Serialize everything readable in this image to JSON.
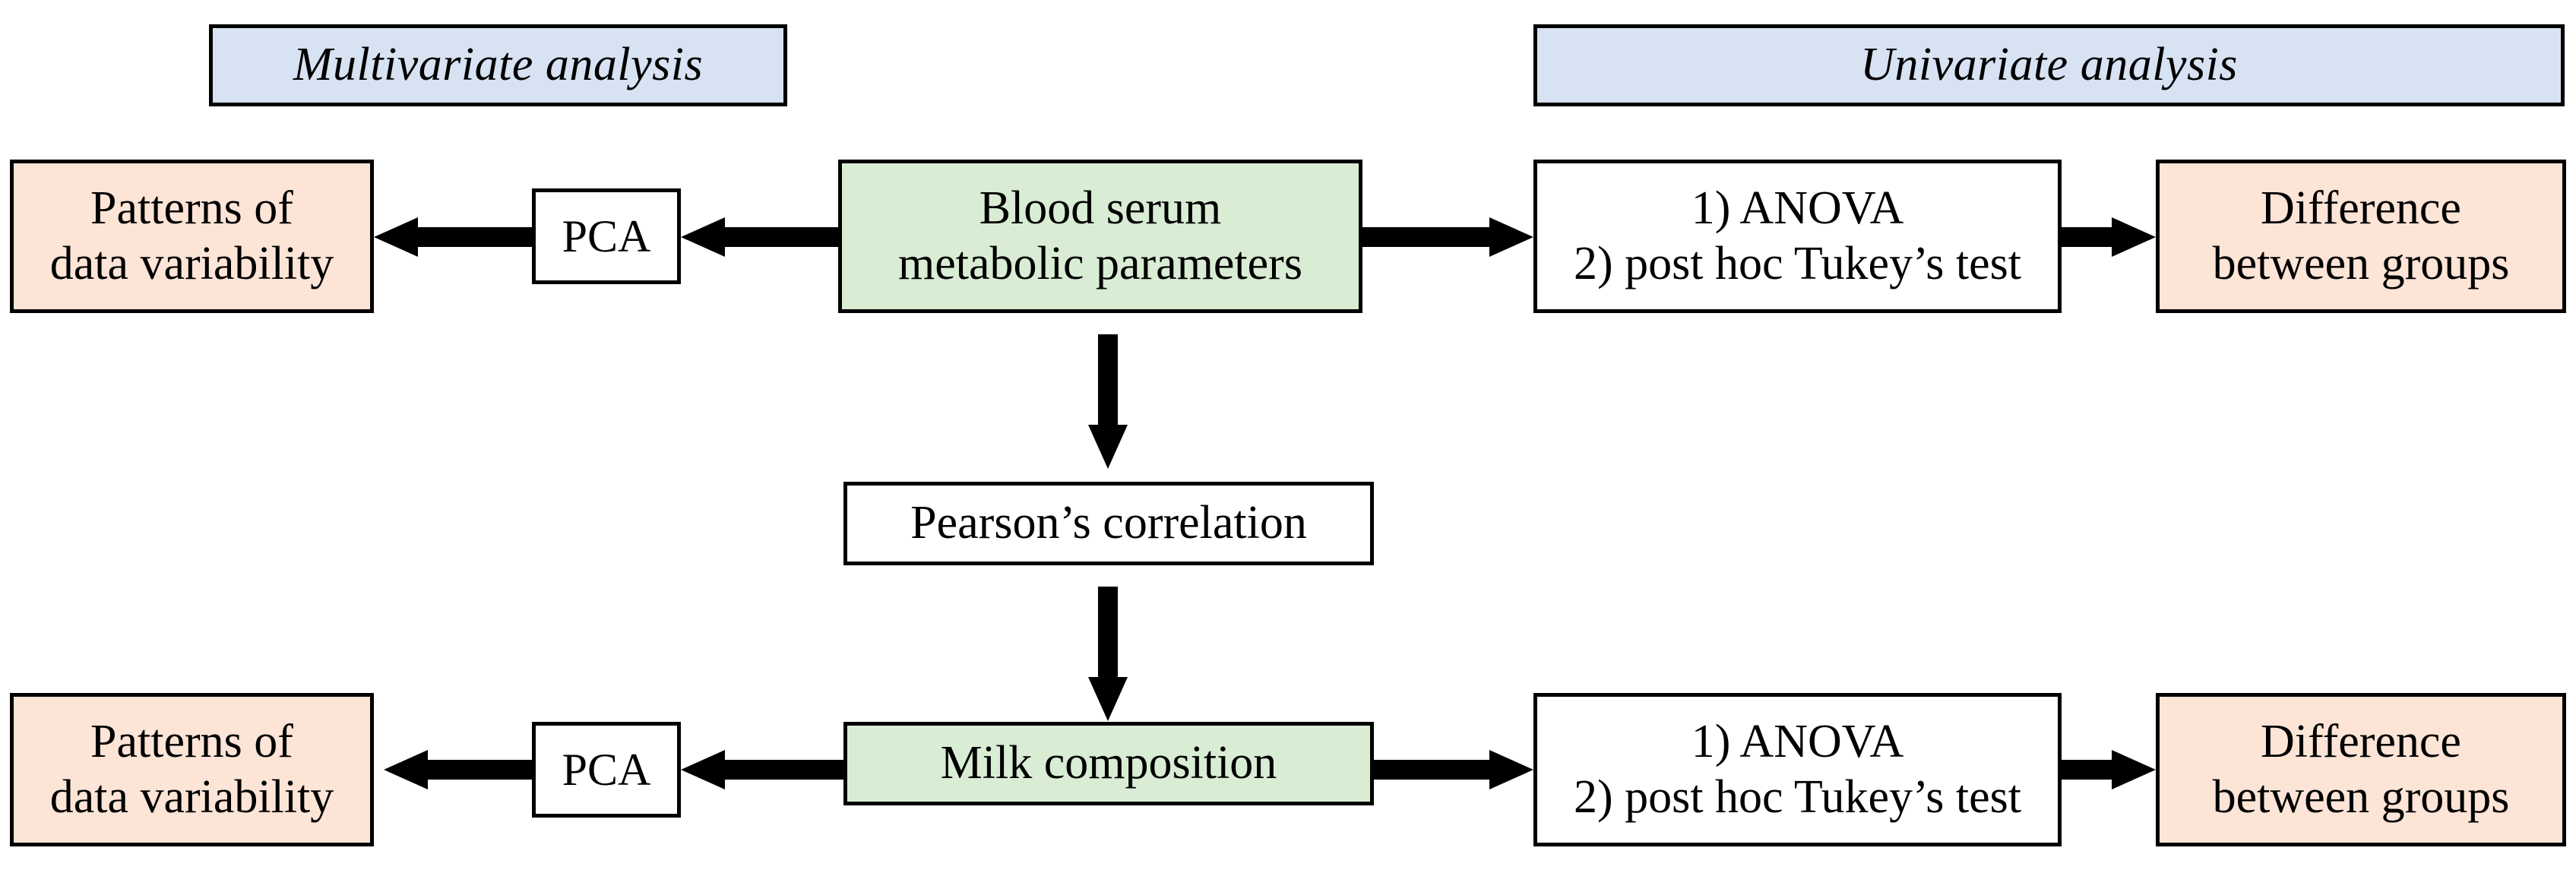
{
  "figure": {
    "title": "Statistical analysis workflow flowchart",
    "background_color": "#ffffff",
    "colors": {
      "header_blue": "#d7e2f2",
      "outcome_peach": "#fce4d6",
      "source_green": "#d9ecd4",
      "method_white": "#ffffff",
      "stroke": "#000000"
    }
  },
  "headers": {
    "left": "Multivariate analysis",
    "right": "Univariate analysis"
  },
  "nodes": {
    "patterns_top": "Patterns of\ndata variability",
    "pca_top": "PCA",
    "blood_serum": "Blood serum\nmetabolic parameters",
    "anova_top": "1) ANOVA\n2) post hoc Tukey’s test",
    "difference_top": "Difference\nbetween groups",
    "pearson": "Pearson’s correlation",
    "patterns_bottom": "Patterns of\ndata variability",
    "pca_bottom": "PCA",
    "milk": "Milk composition",
    "anova_bottom": "1) ANOVA\n2) post hoc Tukey’s test",
    "difference_bottom": "Difference\nbetween groups"
  },
  "edges": [
    {
      "id": "pca-top-to-patterns",
      "from": "pca_top",
      "to": "patterns_top",
      "direction": "left"
    },
    {
      "id": "blood-to-pca-top",
      "from": "blood_serum",
      "to": "pca_top",
      "direction": "left"
    },
    {
      "id": "blood-to-anova-top",
      "from": "blood_serum",
      "to": "anova_top",
      "direction": "right"
    },
    {
      "id": "anova-top-to-difference",
      "from": "anova_top",
      "to": "difference_top",
      "direction": "right"
    },
    {
      "id": "blood-to-pearson",
      "from": "blood_serum",
      "to": "pearson",
      "direction": "down"
    },
    {
      "id": "pearson-to-milk",
      "from": "pearson",
      "to": "milk",
      "direction": "down"
    },
    {
      "id": "pca-bottom-to-patterns",
      "from": "pca_bottom",
      "to": "patterns_bottom",
      "direction": "left"
    },
    {
      "id": "milk-to-pca-bottom",
      "from": "milk",
      "to": "pca_bottom",
      "direction": "left"
    },
    {
      "id": "milk-to-anova-bottom",
      "from": "milk",
      "to": "anova_bottom",
      "direction": "right"
    },
    {
      "id": "anova-bottom-to-difference",
      "from": "anova_bottom",
      "to": "difference_bottom",
      "direction": "right"
    }
  ]
}
